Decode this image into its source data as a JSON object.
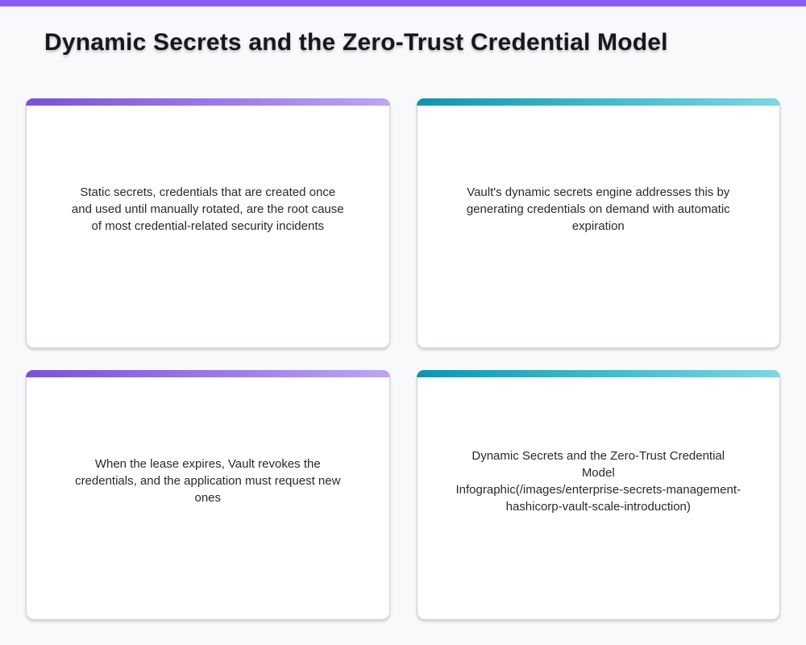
{
  "page": {
    "title": "Dynamic Secrets and the Zero-Trust Credential Model"
  },
  "cards": [
    {
      "id": "static-secrets-problem",
      "accent": "purple",
      "text": "Static secrets, credentials that are created once\nand used until manually rotated, are the root cause\nof most credential-related security incidents"
    },
    {
      "id": "dynamic-secrets-engine",
      "accent": "teal",
      "text": "Vault's dynamic secrets engine addresses this by\ngenerating credentials on demand with automatic\nexpiration"
    },
    {
      "id": "lease-expiration",
      "accent": "purple",
      "text": "When the lease expires, Vault revokes the\ncredentials, and the application must request new\nones"
    },
    {
      "id": "infographic-caption",
      "accent": "teal",
      "text": "Dynamic Secrets and the Zero-Trust Credential\nModel\nInfographic(/images/enterprise-secrets-management-hashicorp-vault-scale-introduction)"
    }
  ],
  "colors": {
    "top_bar": "#8b5cf6",
    "background": "#f8f9fb",
    "card_background": "#ffffff",
    "card_border": "#cfd3da",
    "accent_purple_start": "#7c52d2",
    "accent_purple_end": "#bca8f2",
    "accent_teal_start": "#0e95ab",
    "accent_teal_end": "#7fd6e0",
    "text": "#27292e",
    "title": "#16181d"
  }
}
